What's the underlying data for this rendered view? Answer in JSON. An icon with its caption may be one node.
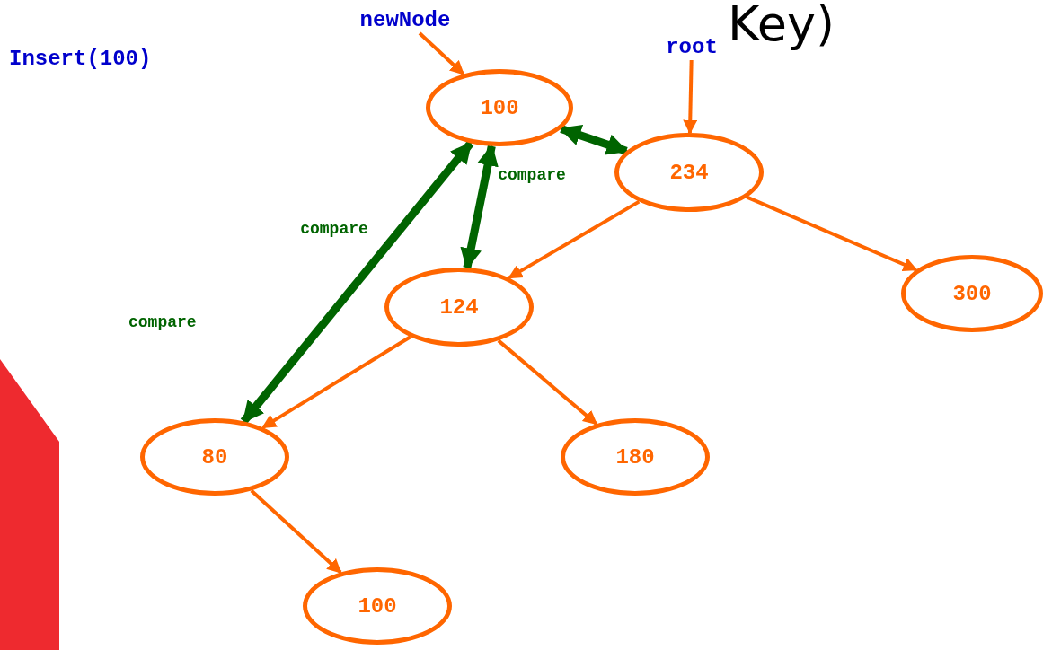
{
  "diagram": {
    "title": "Insert(100)",
    "nodes": [
      {
        "text": [
          "newNode"
        ]
      },
      {
        "text": [
          "root"
        ]
      },
      {
        "text": [
          "100"
        ]
      },
      {
        "text": [
          "234"
        ]
      },
      {
        "text": [
          "124"
        ]
      },
      {
        "text": [
          "300"
        ]
      },
      {
        "text": [
          "80"
        ]
      },
      {
        "text": [
          "180"
        ]
      },
      {
        "text": [
          "100"
        ]
      }
    ],
    "edges": [
      {
        "from": 0,
        "to": 2,
        "arrow": "to"
      },
      {
        "from": 1,
        "to": 3,
        "arrow": "to"
      },
      {
        "from": 3,
        "to": 4,
        "arrow": "to"
      },
      {
        "from": 3,
        "to": 5,
        "arrow": "to"
      },
      {
        "from": 4,
        "to": 6,
        "arrow": "to"
      },
      {
        "from": 4,
        "to": 7,
        "arrow": "to"
      },
      {
        "from": 6,
        "to": 8,
        "arrow": "to"
      },
      {
        "from": 2,
        "to": 3,
        "arrow": "both",
        "style": "thick",
        "color": "#006400"
      },
      {
        "from": 2,
        "to": 4,
        "arrow": "both",
        "style": "thick",
        "color": "#006400",
        "label": "compare"
      },
      {
        "from": 2,
        "to": 6,
        "arrow": "both",
        "style": "thick",
        "color": "#006400",
        "label": "compare"
      }
    ],
    "labels": [
      "Key)",
      "compare"
    ]
  }
}
